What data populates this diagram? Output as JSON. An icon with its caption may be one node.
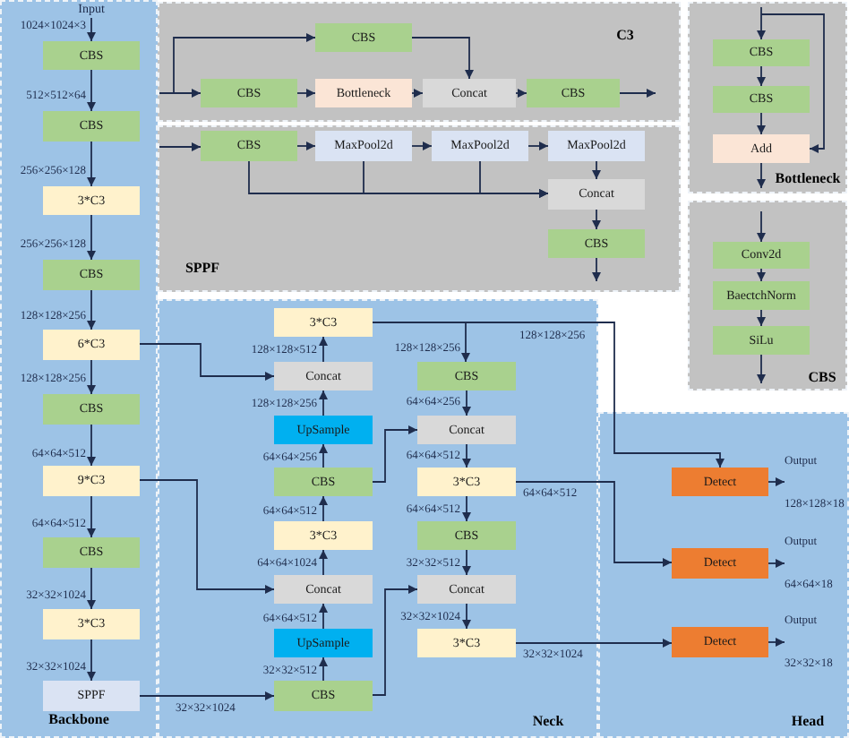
{
  "diagram": {
    "nodes": [
      {
        "text": [
          "Backbone"
        ]
      },
      {
        "text": [
          "Input"
        ],
        "in": 0
      },
      {
        "text": [
          "CBS"
        ],
        "in": 0
      },
      {
        "text": [
          "CBS"
        ],
        "in": 0
      },
      {
        "text": [
          "3*C3"
        ],
        "in": 0
      },
      {
        "text": [
          "CBS"
        ],
        "in": 0
      },
      {
        "text": [
          "6*C3"
        ],
        "in": 0
      },
      {
        "text": [
          "CBS"
        ],
        "in": 0
      },
      {
        "text": [
          "9*C3"
        ],
        "in": 0
      },
      {
        "text": [
          "CBS"
        ],
        "in": 0
      },
      {
        "text": [
          "3*C3"
        ],
        "in": 0
      },
      {
        "text": [
          "SPPF"
        ],
        "in": 0
      },
      {
        "text": [
          "C3"
        ]
      },
      {
        "text": [
          "CBS"
        ],
        "in": 12
      },
      {
        "text": [
          "CBS"
        ],
        "in": 12
      },
      {
        "text": [
          "Bottleneck"
        ],
        "in": 12
      },
      {
        "text": [
          "Concat"
        ],
        "in": 12
      },
      {
        "text": [
          "CBS"
        ],
        "in": 12
      },
      {
        "text": [
          "Bottleneck"
        ]
      },
      {
        "text": [
          "CBS"
        ],
        "in": 18
      },
      {
        "text": [
          "CBS"
        ],
        "in": 18
      },
      {
        "text": [
          "Add"
        ],
        "in": 18
      },
      {
        "text": [
          "SPPF"
        ]
      },
      {
        "text": [
          "CBS"
        ],
        "in": 22
      },
      {
        "text": [
          "MaxPool2d"
        ],
        "in": 22
      },
      {
        "text": [
          "MaxPool2d"
        ],
        "in": 22
      },
      {
        "text": [
          "MaxPool2d"
        ],
        "in": 22
      },
      {
        "text": [
          "Concat"
        ],
        "in": 22
      },
      {
        "text": [
          "CBS"
        ],
        "in": 22
      },
      {
        "text": [
          "CBS"
        ]
      },
      {
        "text": [
          "Conv2d"
        ],
        "in": 29
      },
      {
        "text": [
          "BaectchNorm"
        ],
        "in": 29
      },
      {
        "text": [
          "SiLu"
        ],
        "in": 29
      },
      {
        "text": [
          "Neck"
        ]
      },
      {
        "text": [
          "3*C3"
        ],
        "in": 33
      },
      {
        "text": [
          "Concat"
        ],
        "in": 33
      },
      {
        "text": [
          "UpSample"
        ],
        "in": 33
      },
      {
        "text": [
          "CBS"
        ],
        "in": 33
      },
      {
        "text": [
          "3*C3"
        ],
        "in": 33
      },
      {
        "text": [
          "Concat"
        ],
        "in": 33
      },
      {
        "text": [
          "UpSample"
        ],
        "in": 33
      },
      {
        "text": [
          "CBS"
        ],
        "in": 33
      },
      {
        "text": [
          "CBS"
        ],
        "in": 33
      },
      {
        "text": [
          "Concat"
        ],
        "in": 33
      },
      {
        "text": [
          "3*C3"
        ],
        "in": 33
      },
      {
        "text": [
          "CBS"
        ],
        "in": 33
      },
      {
        "text": [
          "Concat"
        ],
        "in": 33
      },
      {
        "text": [
          "3*C3"
        ],
        "in": 33
      },
      {
        "text": [
          "Head"
        ]
      },
      {
        "text": [
          "Detect"
        ],
        "in": 48
      },
      {
        "text": [
          "Detect"
        ],
        "in": 48
      },
      {
        "text": [
          "Detect"
        ],
        "in": 48
      },
      {
        "text": [
          "Output",
          "128×128×18"
        ],
        "in": 48
      },
      {
        "text": [
          "Output",
          "64×64×18"
        ],
        "in": 48
      },
      {
        "text": [
          "Output",
          "32×32×18"
        ],
        "in": 48
      }
    ],
    "edges": [
      {
        "from": 1,
        "to": 2,
        "arrow": "to",
        "label": "1024×1024×3"
      },
      {
        "from": 2,
        "to": 3,
        "arrow": "to",
        "label": "512×512×64"
      },
      {
        "from": 3,
        "to": 4,
        "arrow": "to",
        "label": "256×256×128"
      },
      {
        "from": 4,
        "to": 5,
        "arrow": "to",
        "label": "256×256×128"
      },
      {
        "from": 5,
        "to": 6,
        "arrow": "to",
        "label": "128×128×256"
      },
      {
        "from": 6,
        "to": 7,
        "arrow": "to",
        "label": "128×128×256"
      },
      {
        "from": 7,
        "to": 8,
        "arrow": "to",
        "label": "64×64×512"
      },
      {
        "from": 8,
        "to": 9,
        "arrow": "to",
        "label": "64×64×512"
      },
      {
        "from": 9,
        "to": 10,
        "arrow": "to",
        "label": "32×32×1024"
      },
      {
        "from": 10,
        "to": 11,
        "arrow": "to",
        "label": "32×32×1024"
      },
      {
        "from": null,
        "to": 14,
        "arrow": "to"
      },
      {
        "from": null,
        "to": 13,
        "arrow": "to"
      },
      {
        "from": 14,
        "to": 15,
        "arrow": "to"
      },
      {
        "from": 15,
        "to": 16,
        "arrow": "to"
      },
      {
        "from": 13,
        "to": 16,
        "arrow": "to"
      },
      {
        "from": 16,
        "to": 17,
        "arrow": "to"
      },
      {
        "from": 17,
        "to": null,
        "arrow": "to"
      },
      {
        "from": null,
        "to": 23,
        "arrow": "to"
      },
      {
        "from": 23,
        "to": 24,
        "arrow": "to"
      },
      {
        "from": 24,
        "to": 25,
        "arrow": "to"
      },
      {
        "from": 25,
        "to": 26,
        "arrow": "to"
      },
      {
        "from": 26,
        "to": 27,
        "arrow": "to"
      },
      {
        "from": 23,
        "to": 27,
        "arrow": "to"
      },
      {
        "from": 24,
        "to": 27,
        "arrow": "to"
      },
      {
        "from": 25,
        "to": 27,
        "arrow": "to"
      },
      {
        "from": 27,
        "to": 28,
        "arrow": "to"
      },
      {
        "from": 28,
        "to": null,
        "arrow": "to"
      },
      {
        "from": null,
        "to": 19,
        "arrow": "to"
      },
      {
        "from": null,
        "to": 21,
        "arrow": "to"
      },
      {
        "from": 19,
        "to": 20,
        "arrow": "to"
      },
      {
        "from": 20,
        "to": 21,
        "arrow": "to"
      },
      {
        "from": 21,
        "to": null,
        "arrow": "to"
      },
      {
        "from": null,
        "to": 30,
        "arrow": "to"
      },
      {
        "from": 30,
        "to": 31,
        "arrow": "to"
      },
      {
        "from": 31,
        "to": 32,
        "arrow": "to"
      },
      {
        "from": 32,
        "to": null,
        "arrow": "to"
      },
      {
        "from": 11,
        "to": 41,
        "arrow": "to",
        "label": "32×32×1024"
      },
      {
        "from": 41,
        "to": 40,
        "arrow": "to",
        "label": "32×32×512"
      },
      {
        "from": 40,
        "to": 39,
        "arrow": "to",
        "label": "64×64×512"
      },
      {
        "from": 8,
        "to": 39,
        "arrow": "to"
      },
      {
        "from": 39,
        "to": 38,
        "arrow": "to",
        "label": "64×64×1024"
      },
      {
        "from": 38,
        "to": 37,
        "arrow": "to",
        "label": "64×64×512"
      },
      {
        "from": 37,
        "to": 36,
        "arrow": "to",
        "label": "64×64×256"
      },
      {
        "from": 36,
        "to": 35,
        "arrow": "to",
        "label": "128×128×256"
      },
      {
        "from": 6,
        "to": 35,
        "arrow": "to"
      },
      {
        "from": 35,
        "to": 34,
        "arrow": "to",
        "label": "128×128×512"
      },
      {
        "from": 34,
        "to": 42,
        "arrow": "to",
        "label": "128×128×256"
      },
      {
        "from": 42,
        "to": 43,
        "arrow": "to",
        "label": "64×64×256"
      },
      {
        "from": 37,
        "to": 43,
        "arrow": "to"
      },
      {
        "from": 43,
        "to": 44,
        "arrow": "to",
        "label": "64×64×512"
      },
      {
        "from": 44,
        "to": 45,
        "arrow": "to",
        "label": "64×64×512"
      },
      {
        "from": 45,
        "to": 46,
        "arrow": "to",
        "label": "32×32×512"
      },
      {
        "from": 41,
        "to": 46,
        "arrow": "to"
      },
      {
        "from": 46,
        "to": 47,
        "arrow": "to",
        "label": "32×32×1024"
      },
      {
        "from": 34,
        "to": 49,
        "arrow": "to",
        "label": "128×128×256"
      },
      {
        "from": 44,
        "to": 50,
        "arrow": "to",
        "label": "64×64×512"
      },
      {
        "from": 47,
        "to": 51,
        "arrow": "to",
        "label": "32×32×1024"
      },
      {
        "from": 49,
        "to": 52,
        "arrow": "to"
      },
      {
        "from": 50,
        "to": 53,
        "arrow": "to"
      },
      {
        "from": 51,
        "to": 54,
        "arrow": "to"
      }
    ]
  }
}
